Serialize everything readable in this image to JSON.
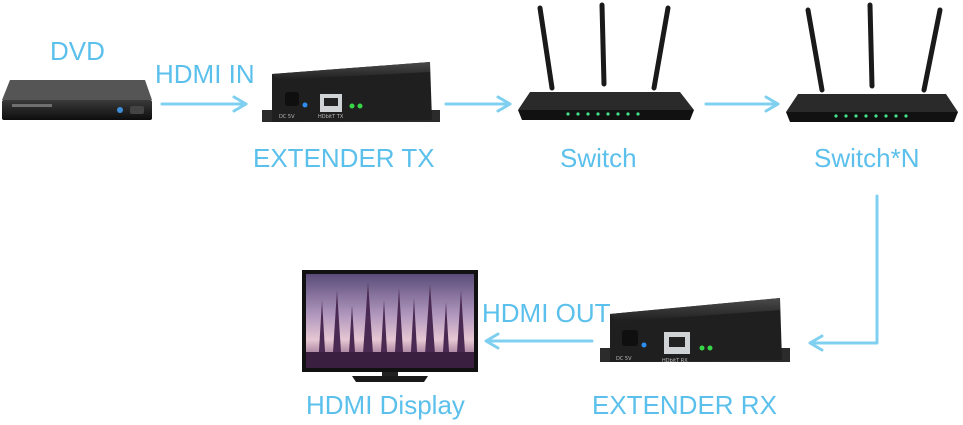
{
  "labels": {
    "dvd": "DVD",
    "hdmi_in": "HDMI IN",
    "extender_tx": "EXTENDER TX",
    "switch": "Switch",
    "switch_n": "Switch*N",
    "hdmi_out": "HDMI OUT",
    "hdmi_display": "HDMI Display",
    "extender_rx": "EXTENDER RX"
  },
  "device_text": {
    "power": "DC 5V",
    "port_tx": "HDbitT TX",
    "port_rx": "HDbitT RX"
  },
  "colors": {
    "label": "#5bc0eb",
    "arrow": "#7fd0f0",
    "device_body": "#2a2a2a"
  },
  "icons": [
    "dvd-player-icon",
    "extender-tx-icon",
    "router-icon",
    "router-icon",
    "tv-display-icon",
    "extender-rx-icon"
  ]
}
